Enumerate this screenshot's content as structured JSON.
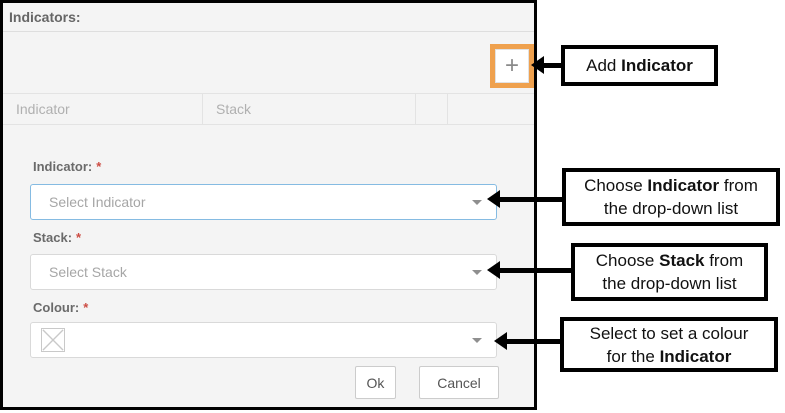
{
  "panel": {
    "title": "Indicators:",
    "toolbar": {
      "add_icon": "+"
    },
    "table": {
      "columns": [
        "Indicator",
        "Stack"
      ]
    },
    "form": {
      "indicator": {
        "label": "Indicator:",
        "required": "*",
        "placeholder": "Select Indicator"
      },
      "stack": {
        "label": "Stack:",
        "required": "*",
        "placeholder": "Select Stack"
      },
      "colour": {
        "label": "Colour:",
        "required": "*"
      },
      "ok": "Ok",
      "cancel": "Cancel"
    }
  },
  "callouts": {
    "add": {
      "pre": "Add ",
      "bold": "Indicator"
    },
    "indicator": {
      "pre": "Choose ",
      "bold": "Indicator",
      "post": " from",
      "line2": "the drop-down list"
    },
    "stack": {
      "pre": "Choose ",
      "bold": "Stack",
      "post": " from",
      "line2": "the drop-down list"
    },
    "colour": {
      "line1": "Select to set a colour",
      "pre2": "for the ",
      "bold2": "Indicator"
    }
  },
  "colors": {
    "highlight_orange": "#efa14e",
    "focus_blue": "#85bbe2",
    "required_red": "#cc4b42",
    "panel_background": "#f4f4f4"
  }
}
